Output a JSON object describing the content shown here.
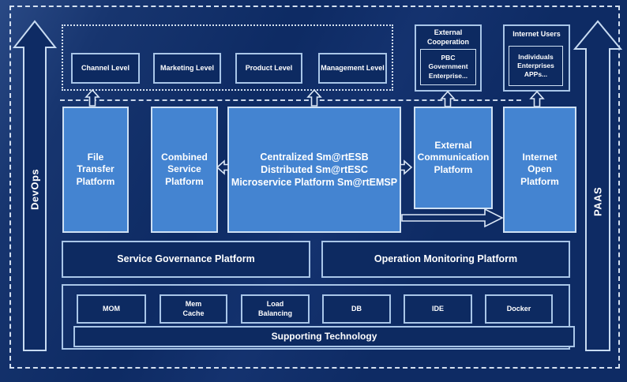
{
  "colors": {
    "background": "#0e2b64",
    "platform_blue": "#4484d1",
    "box_navy": "#0d2a61",
    "line_light": "#cfe1f4",
    "text": "#ffffff"
  },
  "side_rails": {
    "left_label": "DevOps",
    "right_label": "PAAS"
  },
  "levels": {
    "channel": "Channel Level",
    "marketing": "Marketing Level",
    "product": "Product Level",
    "management": "Management Level"
  },
  "external_cooperation": {
    "title": "External\nCooperation",
    "members": "PBC Government Enterprise..."
  },
  "internet_users": {
    "title": "Internet Users",
    "members": "Individuals Enterprises APPs..."
  },
  "platforms": {
    "file_transfer": "File\nTransfer\nPlatform",
    "combined_service": "Combined\nService\nPlatform",
    "central": "Centralized Sm@rtESB\nDistributed Sm@rtESC\nMicroservice Platform Sm@rtEMSP",
    "external_communication": "External\nCommunication\nPlatform",
    "internet_open": "Internet\nOpen\nPlatform"
  },
  "governance": {
    "service": "Service Governance Platform",
    "operation": "Operation Monitoring Platform"
  },
  "technologies": {
    "mom": "MOM",
    "mem_cache": "Mem\nCache",
    "load_balancing": "Load\nBalancing",
    "db": "DB",
    "ide": "IDE",
    "docker": "Docker"
  },
  "supporting_bar": "Supporting Technology"
}
